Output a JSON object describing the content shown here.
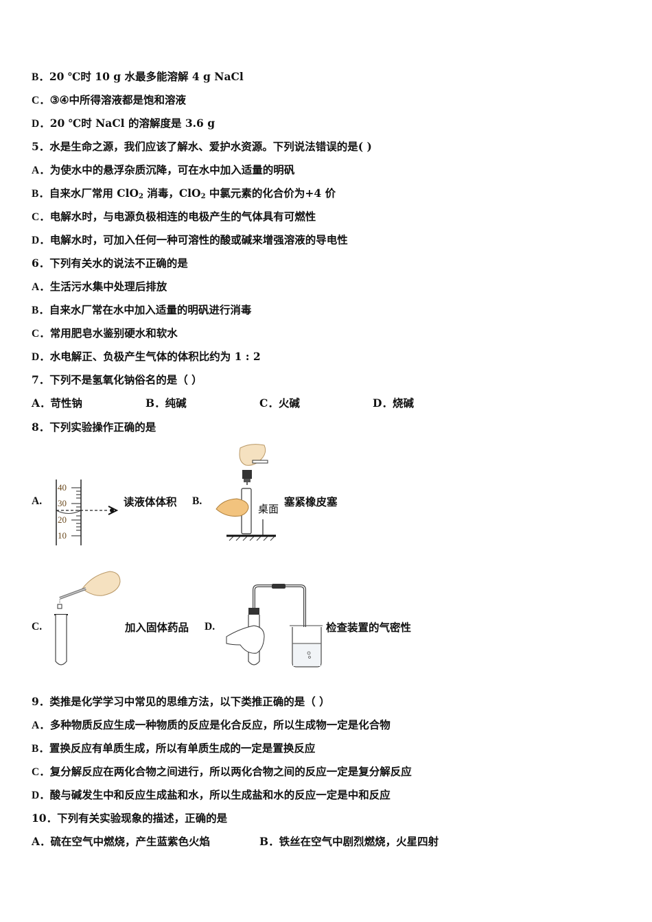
{
  "q4_options": {
    "B": {
      "label": "B．",
      "text": "20 ℃时 10 g 水最多能溶解 4 g NaCl"
    },
    "C": {
      "label": "C．",
      "text": "③④中所得溶液都是饱和溶液"
    },
    "D": {
      "label": "D．",
      "text": "20 ℃时 NaCl 的溶解度是 3.6 g"
    }
  },
  "q5": {
    "stem": "5．水是生命之源，我们应该了解水、爱护水资源。下列说法错误的是(    )",
    "A": {
      "label": "A．",
      "text": "为使水中的悬浮杂质沉降，可在水中加入适量的明矾"
    },
    "B": {
      "label": "B．",
      "text_pre": "自来水厂常用 ClO",
      "sub1": "2",
      "text_mid": " 消毒，ClO",
      "sub2": "2",
      "text_post": " 中氯元素的化合价为+4 价"
    },
    "C": {
      "label": "C．",
      "text": "电解水时，与电源负极相连的电极产生的气体具有可燃性"
    },
    "D": {
      "label": "D．",
      "text": "电解水时，可加入任何一种可溶性的酸或碱来增强溶液的导电性"
    }
  },
  "q6": {
    "stem": "6．下列有关水的说法不正确的是",
    "A": {
      "label": "A．",
      "text": "生活污水集中处理后排放"
    },
    "B": {
      "label": "B．",
      "text": "自来水厂常在水中加入适量的明矾进行消毒"
    },
    "C": {
      "label": "C．",
      "text": "常用肥皂水鉴别硬水和软水"
    },
    "D": {
      "label": "D．",
      "text": "水电解正、负极产生气体的体积比约为 1 : 2"
    }
  },
  "q7": {
    "stem": "7．下列不是氢氧化钠俗名的是（   ）",
    "A": {
      "label": "A．",
      "text": "苛性钠"
    },
    "B": {
      "label": "B．",
      "text": "纯碱"
    },
    "C": {
      "label": "C．",
      "text": "火碱"
    },
    "D": {
      "label": "D．",
      "text": "烧碱"
    }
  },
  "q8": {
    "stem": "8．下列实验操作正确的是",
    "A": {
      "label": "A.",
      "caption": "读液体体积",
      "scale": [
        "40",
        "30",
        "20",
        "10"
      ]
    },
    "B": {
      "label": "B.",
      "caption": "塞紧橡皮塞",
      "annotation": "桌面"
    },
    "C": {
      "label": "C.",
      "caption": "加入固体药品"
    },
    "D": {
      "label": "D.",
      "caption": "检查装置的气密性"
    }
  },
  "q9": {
    "stem": "9．类推是化学学习中常见的思维方法，以下类推正确的是（      ）",
    "A": {
      "label": "A．",
      "text": "多种物质反应生成一种物质的反应是化合反应，所以生成物一定是化合物"
    },
    "B": {
      "label": "B．",
      "text": "置换反应有单质生成，所以有单质生成的一定是置换反应"
    },
    "C": {
      "label": "C．",
      "text": "复分解反应在两化合物之间进行，所以两化合物之间的反应一定是复分解反应"
    },
    "D": {
      "label": "D．",
      "text": "酸与碱发生中和反应生成盐和水，所以生成盐和水的反应一定是中和反应"
    }
  },
  "q10": {
    "stem": "10．下列有关实验现象的描述，正确的是",
    "A": {
      "label": "A．",
      "text": "硫在空气中燃烧，产生蓝紫色火焰"
    },
    "B": {
      "label": "B．",
      "text": "铁丝在空气中剧烈燃烧，火星四射"
    }
  }
}
